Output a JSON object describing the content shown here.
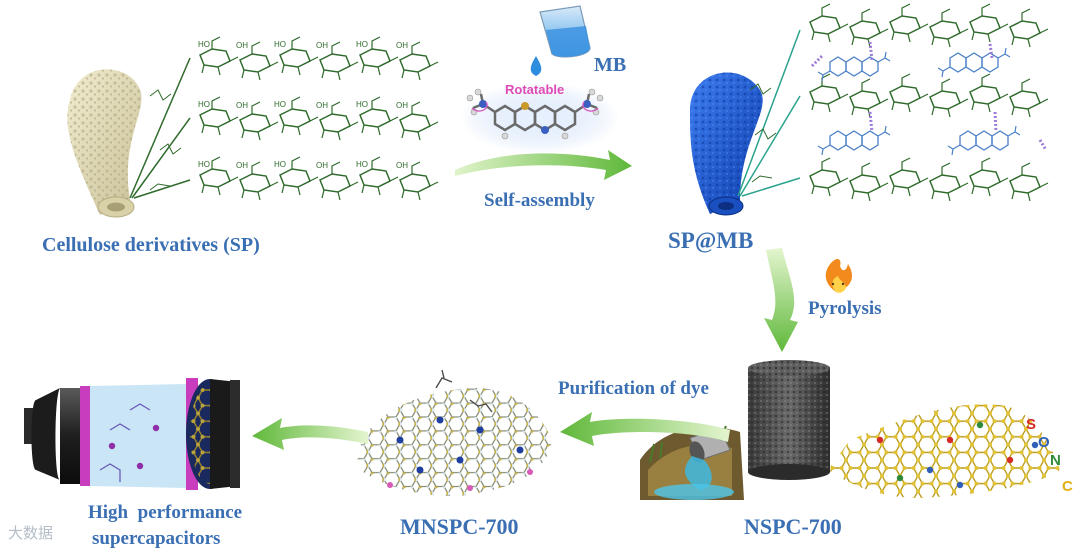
{
  "labels": {
    "cellulose": "Cellulose derivatives (SP)",
    "sp_mb": "SP@MB",
    "mb": "MB",
    "rotatable": "Rotatable",
    "self_assembly": "Self-assembly",
    "pyrolysis": "Pyrolysis",
    "purification": "Purification of dye",
    "nspc": "NSPC-700",
    "mnspc": "MNSPC-700",
    "hp_line1": "High  performance",
    "hp_line2": "supercapacitors"
  },
  "heteroatoms": {
    "s": "S",
    "o": "O",
    "n": "N",
    "c": "C"
  },
  "watermark": "大数据",
  "colors": {
    "label_blue": "#3a6fb3",
    "arrow_green": "#6cc04a",
    "tube_beige": "#e6dfba",
    "tube_blue": "#1f5fd6",
    "bond_green": "#2f6b2c",
    "mb_blue": "#4a80c8",
    "s_red": "#d42a2a",
    "o_blue": "#2f5fb8",
    "n_green": "#2f8a3a",
    "c_yellow": "#e0b012"
  }
}
